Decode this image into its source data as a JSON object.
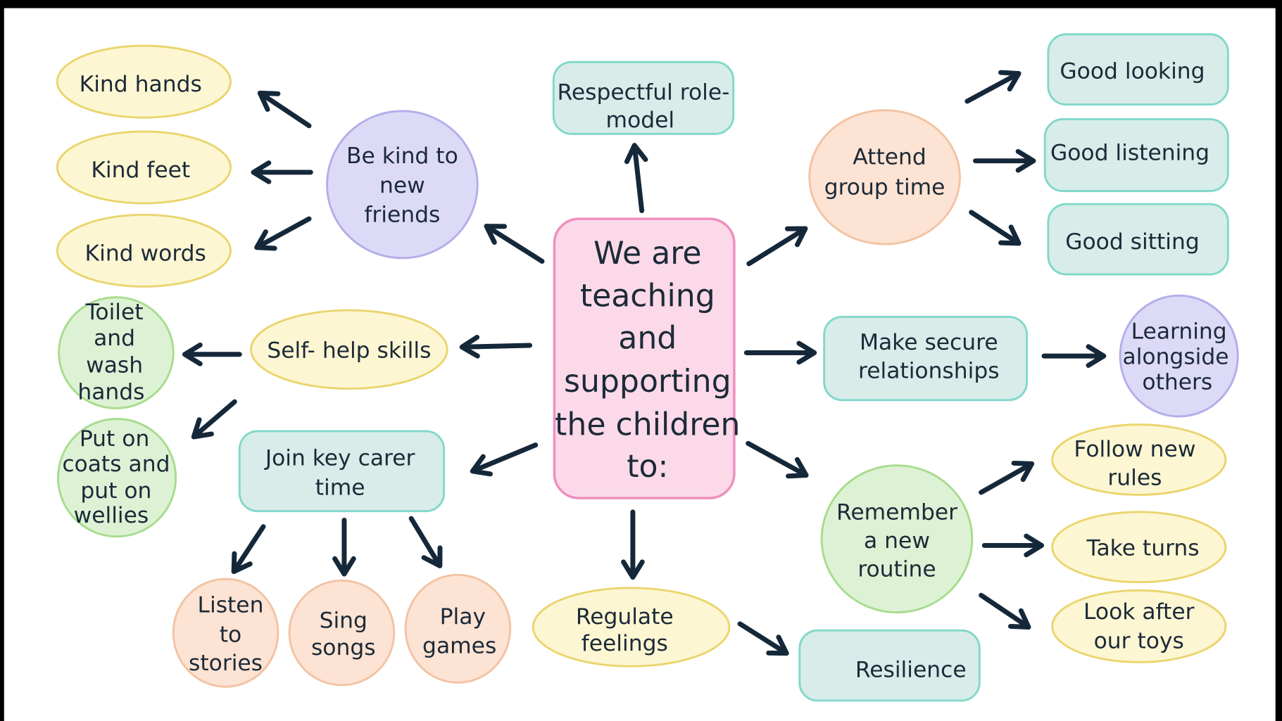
{
  "center": [
    "We are",
    "teaching",
    "and",
    "supporting",
    "the children",
    "to:"
  ],
  "be_kind": {
    "title": [
      "Be kind to",
      "new",
      "friends"
    ],
    "items": [
      "Kind hands",
      "Kind feet",
      "Kind words"
    ]
  },
  "role_model": [
    "Respectful role-",
    "model"
  ],
  "group_time": {
    "title": [
      "Attend",
      "group time"
    ],
    "items": [
      "Good looking",
      "Good listening",
      "Good sitting"
    ]
  },
  "relationships": {
    "title": [
      "Make secure",
      "relationships"
    ],
    "item": [
      "Learning",
      "alongside",
      "others"
    ]
  },
  "routine": {
    "title": [
      "Remember",
      "a new",
      "routine"
    ],
    "items": [
      [
        "Follow new",
        "rules"
      ],
      [
        "Take turns"
      ],
      [
        "Look after",
        "our toys"
      ]
    ]
  },
  "feelings": {
    "title": [
      "Regulate",
      "feelings"
    ],
    "item": "Resilience"
  },
  "self_help": {
    "title": "Self- help skills",
    "items": [
      [
        "Toilet",
        "and",
        "wash",
        "hands"
      ],
      [
        "Put on",
        "coats and",
        "put on",
        "wellies"
      ]
    ]
  },
  "key_carer": {
    "title": [
      "Join key carer",
      "time"
    ],
    "items": [
      [
        "Listen",
        "to",
        "stories"
      ],
      [
        "Sing",
        "songs"
      ],
      [
        "Play",
        "games"
      ]
    ]
  },
  "colors": {
    "ink": "#1b2a38",
    "yellow": "#fdf6d2",
    "lavender": "#dddaf8",
    "teal": "#d8ece9",
    "pink": "#fcd9e8",
    "peach": "#fde3d3",
    "green": "#ddf2d5"
  }
}
